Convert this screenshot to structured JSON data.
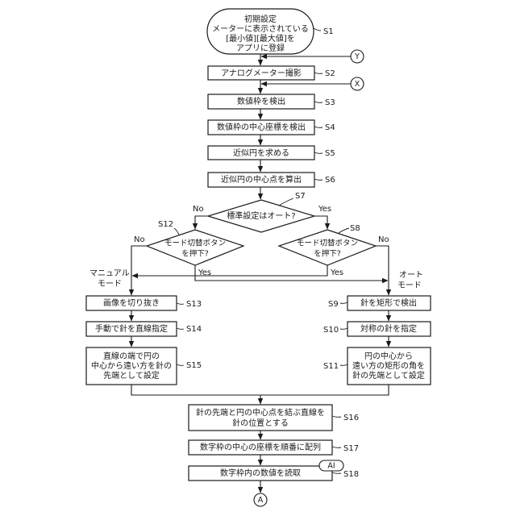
{
  "nodes": {
    "s1": [
      "初期設定",
      "メーターに表示されている",
      "[最小値][最大値]を",
      "アプリに登録"
    ],
    "s2": "アナログメーター撮影",
    "s3": "数値枠を検出",
    "s4": "数値枠の中心座標を検出",
    "s5": "近似円を求める",
    "s6": "近似円の中心点を算出",
    "s7": "標準設定はオート?",
    "s12": [
      "モード切替ボタン",
      "を押下?"
    ],
    "s8": [
      "モード切替ボタン",
      "を押下?"
    ],
    "s13": "画像を切り抜き",
    "s14": "手動で針を直線指定",
    "s15": [
      "直線の端で円の",
      "中心から遠い方を針の",
      "先端として設定"
    ],
    "s9": "針を矩形で検出",
    "s10": "対称の針を指定",
    "s11": [
      "円の中心から",
      "遠い方の矩形の角を",
      "針の先端として設定"
    ],
    "s16": [
      "針の先端と円の中心点を結ぶ直線を",
      "針の位置とする"
    ],
    "s17": "数字枠の中心の座標を順番に配列",
    "s18": "数字枠内の数値を読取"
  },
  "steps": {
    "s1": "S1",
    "s2": "S2",
    "s3": "S3",
    "s4": "S4",
    "s5": "S5",
    "s6": "S6",
    "s7": "S7",
    "s8": "S8",
    "s9": "S9",
    "s10": "S10",
    "s11": "S11",
    "s12": "S12",
    "s13": "S13",
    "s14": "S14",
    "s15": "S15",
    "s16": "S16",
    "s17": "S17",
    "s18": "S18"
  },
  "connectors": {
    "y": "Y",
    "x": "X",
    "a": "A",
    "ai": "AI"
  },
  "branches": {
    "s7_no": "No",
    "s7_yes": "Yes",
    "s12_no": "No",
    "s12_yes": "Yes",
    "s8_no": "No",
    "s8_yes": "Yes"
  },
  "modes": {
    "manual": [
      "マニュアル",
      "モード"
    ],
    "auto": [
      "オート",
      "モード"
    ]
  }
}
